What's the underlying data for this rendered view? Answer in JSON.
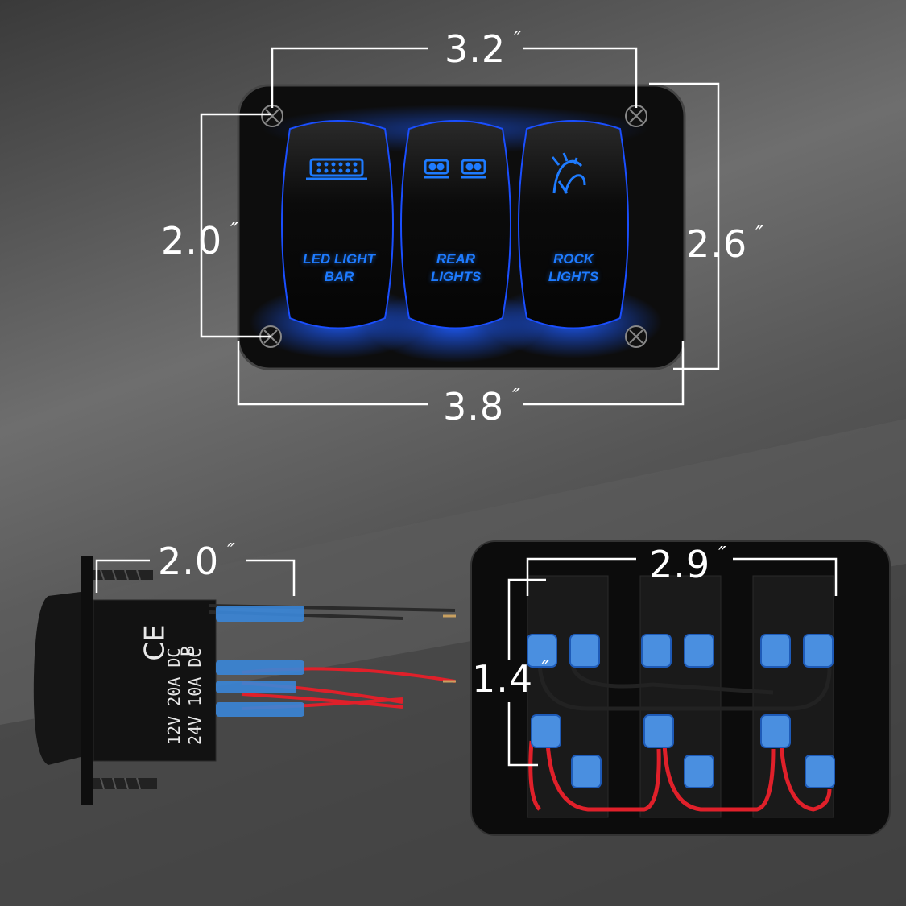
{
  "dimensions": {
    "front_width": "3.2",
    "front_height": "2.0",
    "panel_height": "2.6",
    "panel_width": "3.8",
    "side_depth": "2.0",
    "back_width": "2.9",
    "back_height": "1.4",
    "inch_mark": "″"
  },
  "switches": [
    {
      "label_line1": "LED LIGHT",
      "label_line2": "BAR",
      "icon": "light-bar-icon"
    },
    {
      "label_line1": "REAR",
      "label_line2": "LIGHTS",
      "icon": "rear-lights-icon"
    },
    {
      "label_line1": "ROCK",
      "label_line2": "LIGHTS",
      "icon": "rock-lights-icon"
    }
  ],
  "side_marking": {
    "ce": "CE",
    "row1": "12V  20A  DC",
    "row2": "24V  10A  DC",
    "letter": "B"
  },
  "colors": {
    "led_blue": "#1e7bff",
    "panel_black": "#0d0d0d",
    "wire_red": "#e0202a"
  }
}
